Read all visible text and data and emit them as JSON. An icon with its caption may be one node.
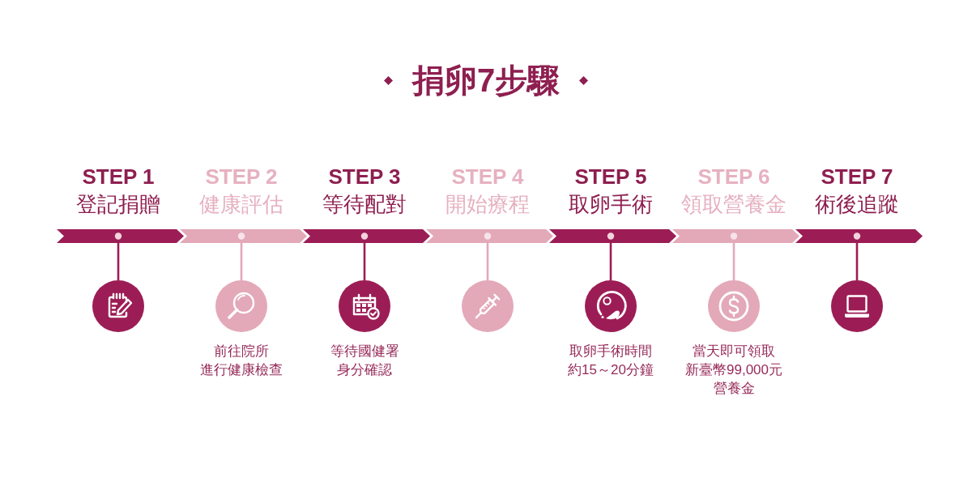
{
  "diagram": {
    "title": "捐卵7步驟",
    "nodes": [
      {
        "text": [
          "STEP 1",
          "登記捐贈"
        ]
      },
      {
        "text": [],
        "shape": "circle"
      },
      {
        "text": [
          "STEP 2",
          "健康評估"
        ]
      },
      {
        "text": [],
        "shape": "circle",
        "beside": [
          "前往院所進行健康檢查"
        ]
      },
      {
        "text": [
          "STEP 3",
          "等待配對"
        ]
      },
      {
        "text": [],
        "shape": "circle",
        "beside": [
          "等待國健署身分確認"
        ]
      },
      {
        "text": [
          "STEP 4",
          "開始療程"
        ]
      },
      {
        "text": [],
        "shape": "circle"
      },
      {
        "text": [
          "STEP 5",
          "取卵手術"
        ]
      },
      {
        "text": [],
        "shape": "circle",
        "beside": [
          "取卵手術時間約15～20分鐘"
        ]
      },
      {
        "text": [
          "STEP 6",
          "領取營養金"
        ]
      },
      {
        "text": [],
        "shape": "circle",
        "beside": [
          "當天即可領取新臺幣99,000元營養金"
        ]
      },
      {
        "text": [
          "STEP 7",
          "術後追蹤"
        ]
      },
      {
        "text": [],
        "shape": "circle"
      }
    ],
    "edges": [
      {
        "from": 0,
        "to": 1,
        "arrow": "none"
      },
      {
        "from": 2,
        "to": 3,
        "arrow": "none",
        "color": "#e3a9b9"
      },
      {
        "from": 4,
        "to": 5,
        "arrow": "none"
      },
      {
        "from": 6,
        "to": 7,
        "arrow": "none",
        "color": "#e3a9b9"
      },
      {
        "from": 8,
        "to": 9,
        "arrow": "none"
      },
      {
        "from": 10,
        "to": 11,
        "arrow": "none",
        "color": "#e3a9b9"
      },
      {
        "from": 12,
        "to": 13,
        "arrow": "none"
      }
    ]
  }
}
